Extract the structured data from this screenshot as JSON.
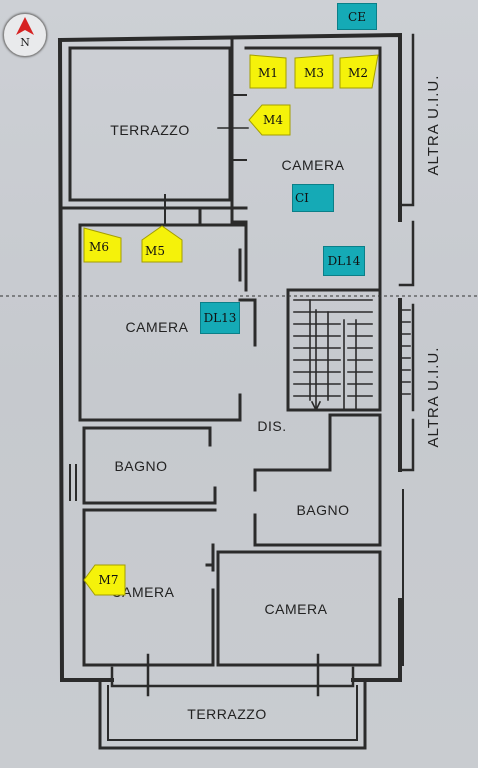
{
  "compass": {
    "label": "N",
    "arrow_color": "#d62222"
  },
  "rooms": {
    "terrazzo_top": "TERRAZZO",
    "camera_top_right": "CAMERA",
    "camera_mid_left": "CAMERA",
    "dis": "DIS.",
    "bagno_left": "BAGNO",
    "bagno_right": "BAGNO",
    "camera_bottom_left": "CAMERA",
    "camera_bottom_right": "CAMERA",
    "terrazzo_bottom": "TERRAZZO"
  },
  "side_labels": {
    "top": "ALTRA U.I.U.",
    "bottom": "ALTRA U.I.U."
  },
  "markers": {
    "ce": "CE",
    "ci": "CI",
    "dl14": "DL14",
    "dl13": "DL13",
    "m1": "M1",
    "m2": "M2",
    "m3": "M3",
    "m4": "M4",
    "m5": "M5",
    "m6": "M6",
    "m7": "M7"
  },
  "colors": {
    "marker_cyan": "#15aab6",
    "marker_yellow": "#f5f20a",
    "wall": "#2b2b2b"
  }
}
